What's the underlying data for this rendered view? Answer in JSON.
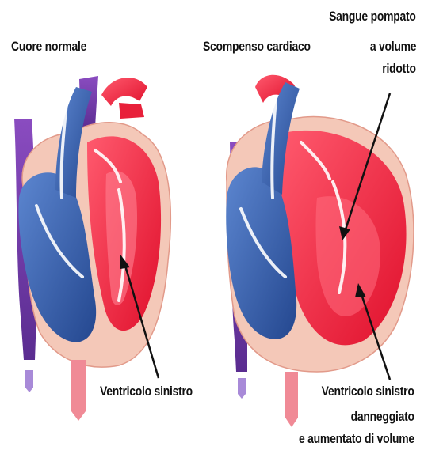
{
  "labels": {
    "normal_title": "Cuore normale",
    "failure_title": "Scompenso cardiaco",
    "callout_top": [
      "Sangue pompato",
      "a volume",
      "ridotto"
    ],
    "normal_ventricle": "Ventricolo sinistro",
    "failure_ventricle": [
      "Ventricolo sinistro",
      "danneggiato",
      "e aumentato di volume"
    ]
  },
  "colors": {
    "oxygenated": "#e8203a",
    "deoxygenated": "#2e57a8",
    "vein_purple": "#6a3aa0",
    "heart_wall": "#f4c8b8",
    "arrow": "#111111"
  }
}
